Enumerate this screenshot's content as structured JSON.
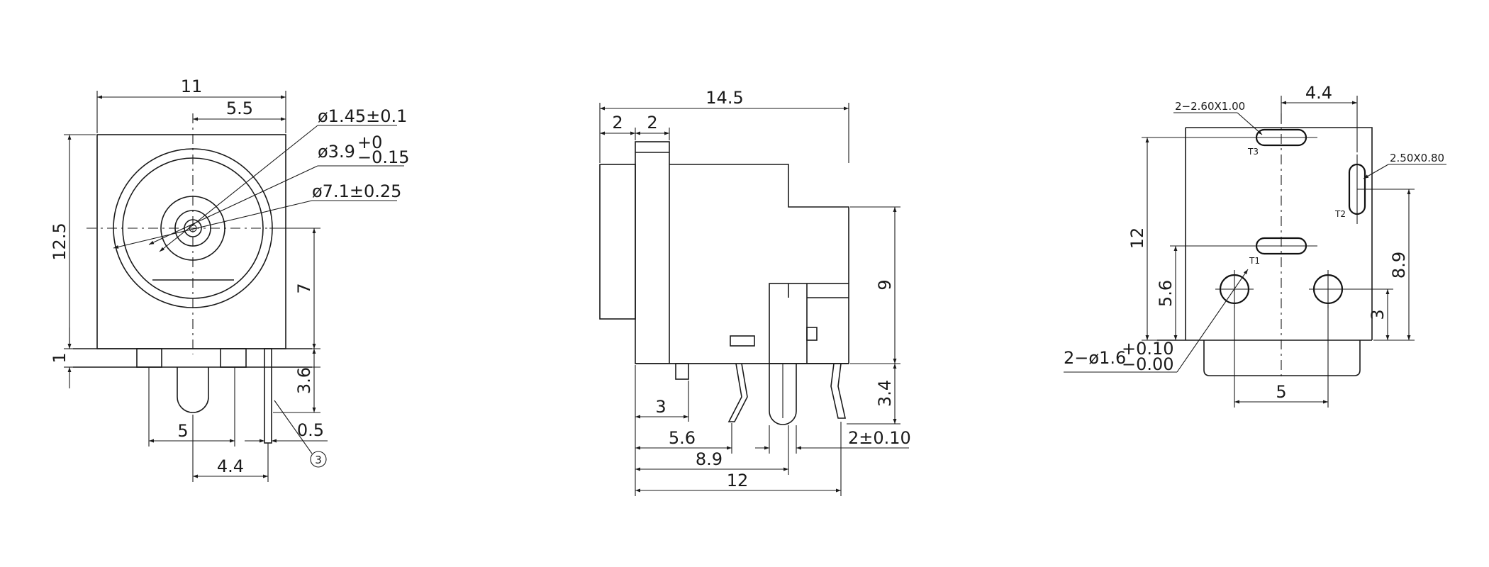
{
  "front_view": {
    "width": "11",
    "half_width": "5.5",
    "height": "12.5",
    "center_height": "7",
    "base_offset": "1",
    "pin_length": "3.6",
    "pin_spacing_a": "5",
    "pin_spacing_b": "4.4",
    "pin_thickness": "0.5",
    "pin_diameter": "ø1.45±0.1",
    "bore_diameter_base": "ø3.9",
    "bore_tol_upper": "+0",
    "bore_tol_lower": "−0.15",
    "outer_diameter": "ø7.1±0.25",
    "section_mark": "3"
  },
  "side_view": {
    "total_length": "14.5",
    "flange_a": "2",
    "flange_b": "2",
    "body_height": "9",
    "pin_height": "3.4",
    "pin_pos_1": "3",
    "pin_pos_2": "5.6",
    "pin_pos_3": "8.9",
    "base_length": "12",
    "pin_width": "2±0.10"
  },
  "pcb_layout": {
    "slot_spacing": "4.4",
    "slot_label_1": "2−2.60X1.00",
    "slot_label_2": "2.50X0.80",
    "height_12": "12",
    "height_8_9": "8.9",
    "height_5_6": "5.6",
    "height_3": "3",
    "hole_spacing": "5",
    "hole_label_base": "2−ø1.6",
    "hole_tol_upper": "+0.10",
    "hole_tol_lower": "−0.00",
    "terminal_t1": "T1",
    "terminal_t2": "T2",
    "terminal_t3": "T3"
  }
}
